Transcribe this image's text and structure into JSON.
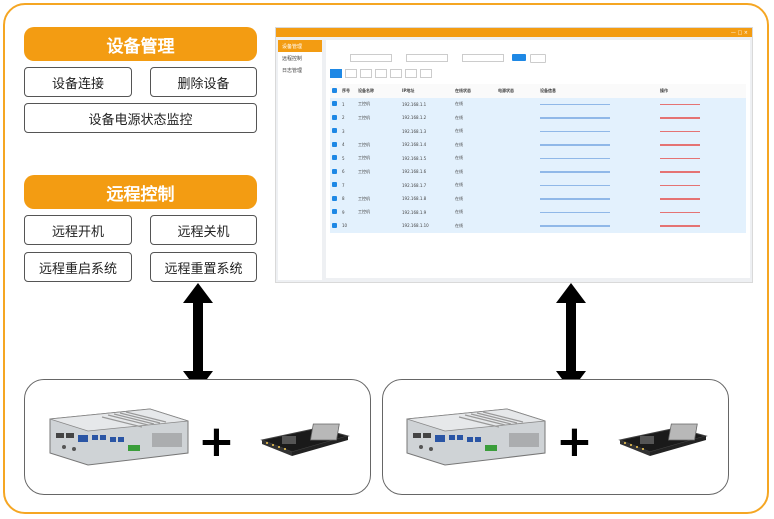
{
  "device_mgmt": {
    "title": "设备管理",
    "buttons": [
      "设备连接",
      "删除设备",
      "设备电源状态监控"
    ]
  },
  "remote_ctrl": {
    "title": "远程控制",
    "buttons": [
      "远程开机",
      "远程关机",
      "远程重启系统",
      "远程重置系统"
    ]
  },
  "colors": {
    "accent": "#f39c12",
    "frame": "#f5a623",
    "table_select": "#e3f1fd",
    "primary_btn": "#1e88e5"
  },
  "screenshot_thumb": {
    "sidebar": [
      "设备管理",
      "远程控制",
      "日志管理"
    ],
    "table": {
      "headers": [
        "序号",
        "设备名称",
        "IP地址",
        "在线状态",
        "电源状态",
        "设备信息",
        "操作"
      ],
      "rows": [
        [
          "1",
          "工控机",
          "192.168.1.1",
          "在线",
          "",
          "",
          ""
        ],
        [
          "2",
          "工控机",
          "192.168.1.2",
          "在线",
          "",
          "",
          ""
        ],
        [
          "3",
          "",
          "192.168.1.3",
          "在线",
          "",
          "",
          ""
        ],
        [
          "4",
          "工控机",
          "192.168.1.4",
          "在线",
          "",
          "",
          ""
        ],
        [
          "5",
          "工控机",
          "192.168.1.5",
          "在线",
          "",
          "",
          ""
        ],
        [
          "6",
          "工控机",
          "192.168.1.6",
          "在线",
          "",
          "",
          ""
        ],
        [
          "7",
          "",
          "192.168.1.7",
          "在线",
          "",
          "",
          ""
        ],
        [
          "8",
          "工控机",
          "192.168.1.8",
          "在线",
          "",
          "",
          ""
        ],
        [
          "9",
          "工控机",
          "192.168.1.9",
          "在线",
          "",
          "",
          ""
        ],
        [
          "10",
          "",
          "192.168.1.10",
          "在线",
          "",
          "",
          ""
        ]
      ]
    }
  },
  "connectors": {
    "plus_symbol": "+"
  }
}
